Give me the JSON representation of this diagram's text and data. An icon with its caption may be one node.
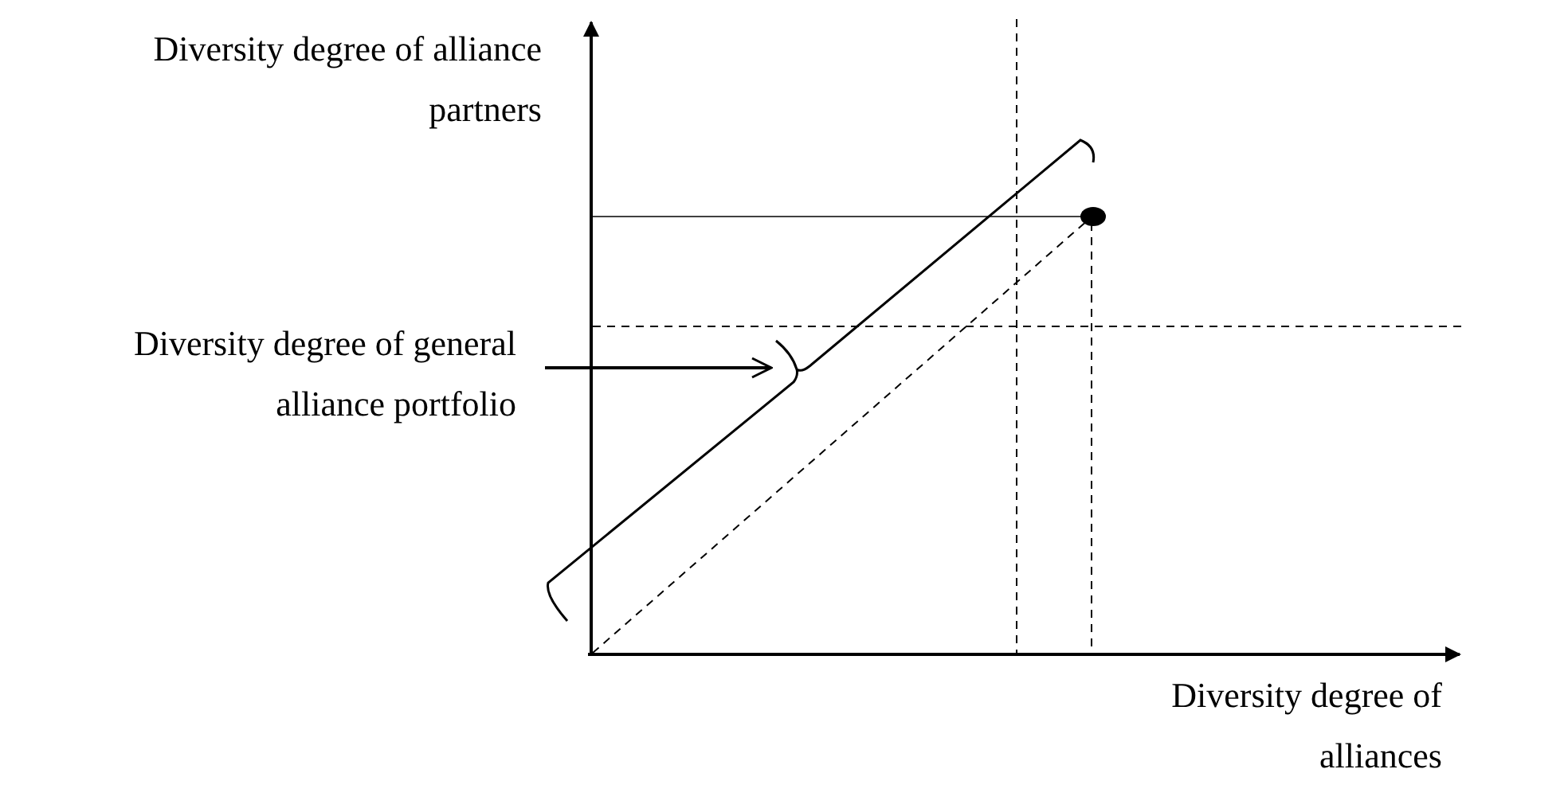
{
  "diagram": {
    "nodes": [
      {
        "text": [
          "Diversity degree of general alliance portfolio"
        ]
      },
      {
        "text": [],
        "shape": "bracket"
      }
    ],
    "edges": [
      {
        "from": 0,
        "to": 1,
        "arrow": "to"
      }
    ],
    "labels": [
      "Diversity degree of alliance partners",
      "Diversity degree of alliances"
    ]
  }
}
